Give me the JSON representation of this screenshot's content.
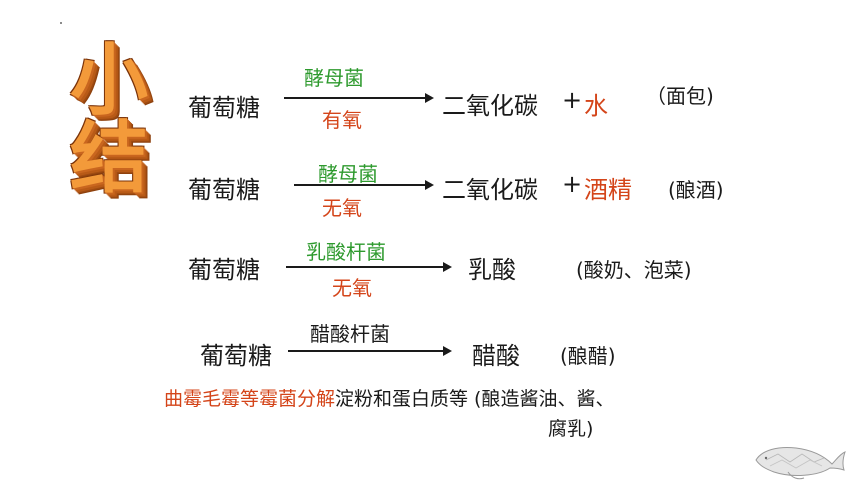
{
  "title": [
    "小",
    "结"
  ],
  "reactions": [
    {
      "reactant": "葡萄糖",
      "above": "酵母菌",
      "below": "有氧",
      "product": "二氧化碳",
      "plus": "+",
      "extra": "水",
      "note": "（面包)"
    },
    {
      "reactant": "葡萄糖",
      "above": "酵母菌",
      "below": "无氧",
      "product": "二氧化碳",
      "plus": "+",
      "extra": "酒精",
      "note": "(酿酒)"
    },
    {
      "reactant": "葡萄糖",
      "above": "乳酸杆菌",
      "below": "无氧",
      "product": "乳酸",
      "note": "(酸奶、泡菜)"
    },
    {
      "reactant": "葡萄糖",
      "above": "醋酸杆菌",
      "product": "醋酸",
      "note": "(酿醋)"
    }
  ],
  "summary": {
    "red": "曲霉毛霉等霉菌分解",
    "black": "淀粉和蛋白质等 (酿造酱油、酱、",
    "line2": "腐乳)"
  },
  "colors": {
    "green": "#2e9a2e",
    "red": "#d4451a",
    "title": "#f39a3a"
  },
  "icons": {
    "decor": "whale-icon"
  }
}
